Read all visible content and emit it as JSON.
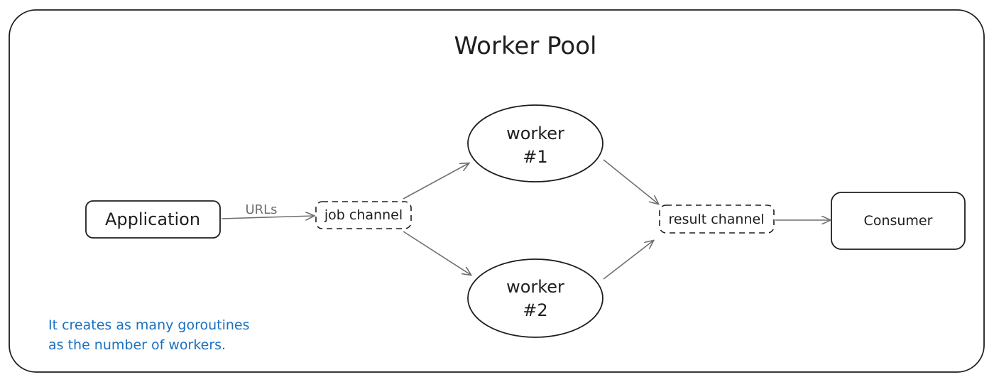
{
  "title": "Worker Pool",
  "nodes": {
    "application": "Application",
    "job_channel": "job channel",
    "worker1_line1": "worker",
    "worker1_line2": "#1",
    "worker2_line1": "worker",
    "worker2_line2": "#2",
    "result_channel": "result channel",
    "consumer": "Consumer"
  },
  "edge_labels": {
    "app_to_job": "URLs"
  },
  "note": {
    "line1": "It creates as many goroutines",
    "line2": "as the number of workers.",
    "color": "#1971c2"
  },
  "colors": {
    "stroke": "#1e1e1e",
    "arrow": "#6f6f6f",
    "background": "#ffffff"
  }
}
